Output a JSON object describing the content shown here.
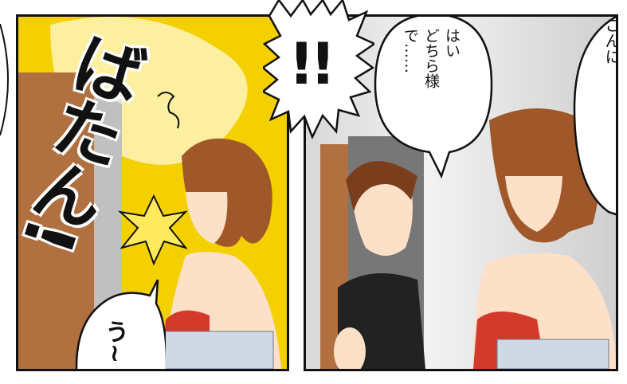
{
  "panels": {
    "left": {
      "sfx_main": "ばたん!",
      "bubble_text": "う~"
    },
    "right": {
      "speech_bubble": "はい\nどちら様\nで……",
      "shout": "!!"
    },
    "edge_text": "ごんに"
  },
  "colors": {
    "left_bg": "#f4d000",
    "door": "#b07040",
    "hair": "#a0582a",
    "outfit_red": "#d33a2b"
  }
}
